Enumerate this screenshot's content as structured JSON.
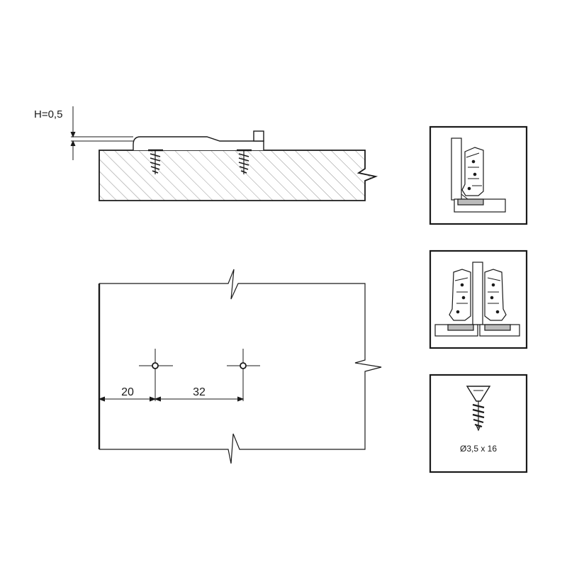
{
  "side_view": {
    "height_label": "H=0,5"
  },
  "plan_view": {
    "dim_1": "20",
    "dim_2": "32"
  },
  "panels": {
    "screw_spec": "Ø3,5 x 16"
  }
}
